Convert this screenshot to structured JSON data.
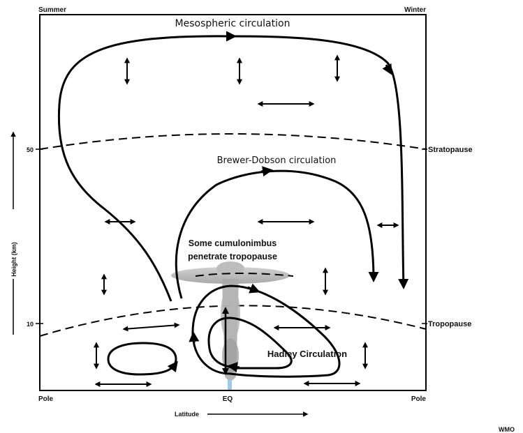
{
  "corners": {
    "top_left": "Summer",
    "top_right": "Winter",
    "bottom_left": "Pole",
    "bottom_center": "EQ",
    "bottom_right": "Pole"
  },
  "axis": {
    "y_label": "Height (km)",
    "y_ticks": [
      "50",
      "10"
    ],
    "x_label": "Latitude"
  },
  "boundaries": {
    "stratopause": "Stratopause",
    "tropopause": "Tropopause"
  },
  "circulations": {
    "mesospheric": "Mesospheric circulation",
    "brewer_dobson": "Brewer-Dobson circulation",
    "hadley": "Hadley Circulation"
  },
  "cumulonimbus": {
    "line1": "Some cumulonimbus",
    "line2": "penetrate tropopause"
  },
  "credit": "WMO"
}
